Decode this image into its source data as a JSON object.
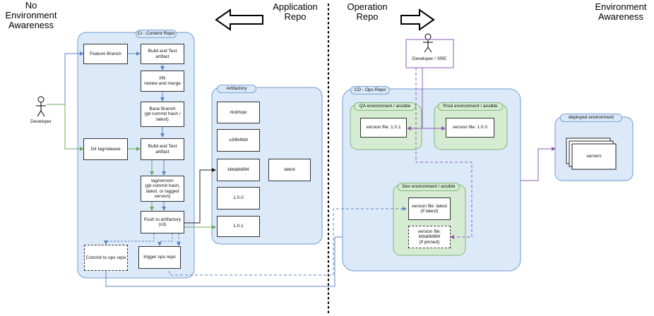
{
  "headings": {
    "no_env": "No\nEnvironment\nAwareness",
    "app_repo": "Application\nRepo",
    "op_repo": "Operation\nRepo",
    "env": "Environment\nAwareness"
  },
  "containers": {
    "ci": "CI - Content Repo",
    "artifactory": "Artifactory",
    "cd": "CD - Ops Repo",
    "qa": "QA environment / ansible",
    "prod": "Prod environment / ansible",
    "dev": "Dev environment / ansible",
    "deployed": "deployed environment"
  },
  "actors": {
    "developer": "Developer",
    "sre": "Developer / SRE"
  },
  "ci_nodes": {
    "feature_branch": "Feature Branch",
    "build_test_1": "Build and Test artifact",
    "pr": "PR\nreview and merge",
    "base_branch": "Base Branch\n(git commit hash /\nlatest)",
    "git_tag": "Git tag/release",
    "build_test_2": "Build and Test artifact",
    "tag_version": "tag/version\n(git commit hash,\nlatest, or tagged\nversion)",
    "push": "Push to artifactory\n(s3)",
    "commit_ops": "Commit to ops repo",
    "trigger_ops": "trigger ops repo"
  },
  "artifacts": [
    "rksbhqw",
    "u34b4kbt",
    "kbtabb884",
    "1.0.0",
    "1.0.1"
  ],
  "artifact_latest": "latest",
  "versions": {
    "qa": "version file: 1.0.1",
    "prod": "version file: 1.0.0",
    "dev_latest": "version file: latest\n(if latest)",
    "dev_pinned": "version file:\nkbtabb884\n(if pinned)"
  },
  "servers": "servers",
  "colors": {
    "container_fill": "#dce9f9",
    "container_stroke": "#6f9bd1",
    "env_fill": "#d5ebd2",
    "env_stroke": "#7db676",
    "arrow_blue": "#5b84c4",
    "arrow_green": "#6aab5e",
    "arrow_purple": "#8e5bb5"
  }
}
